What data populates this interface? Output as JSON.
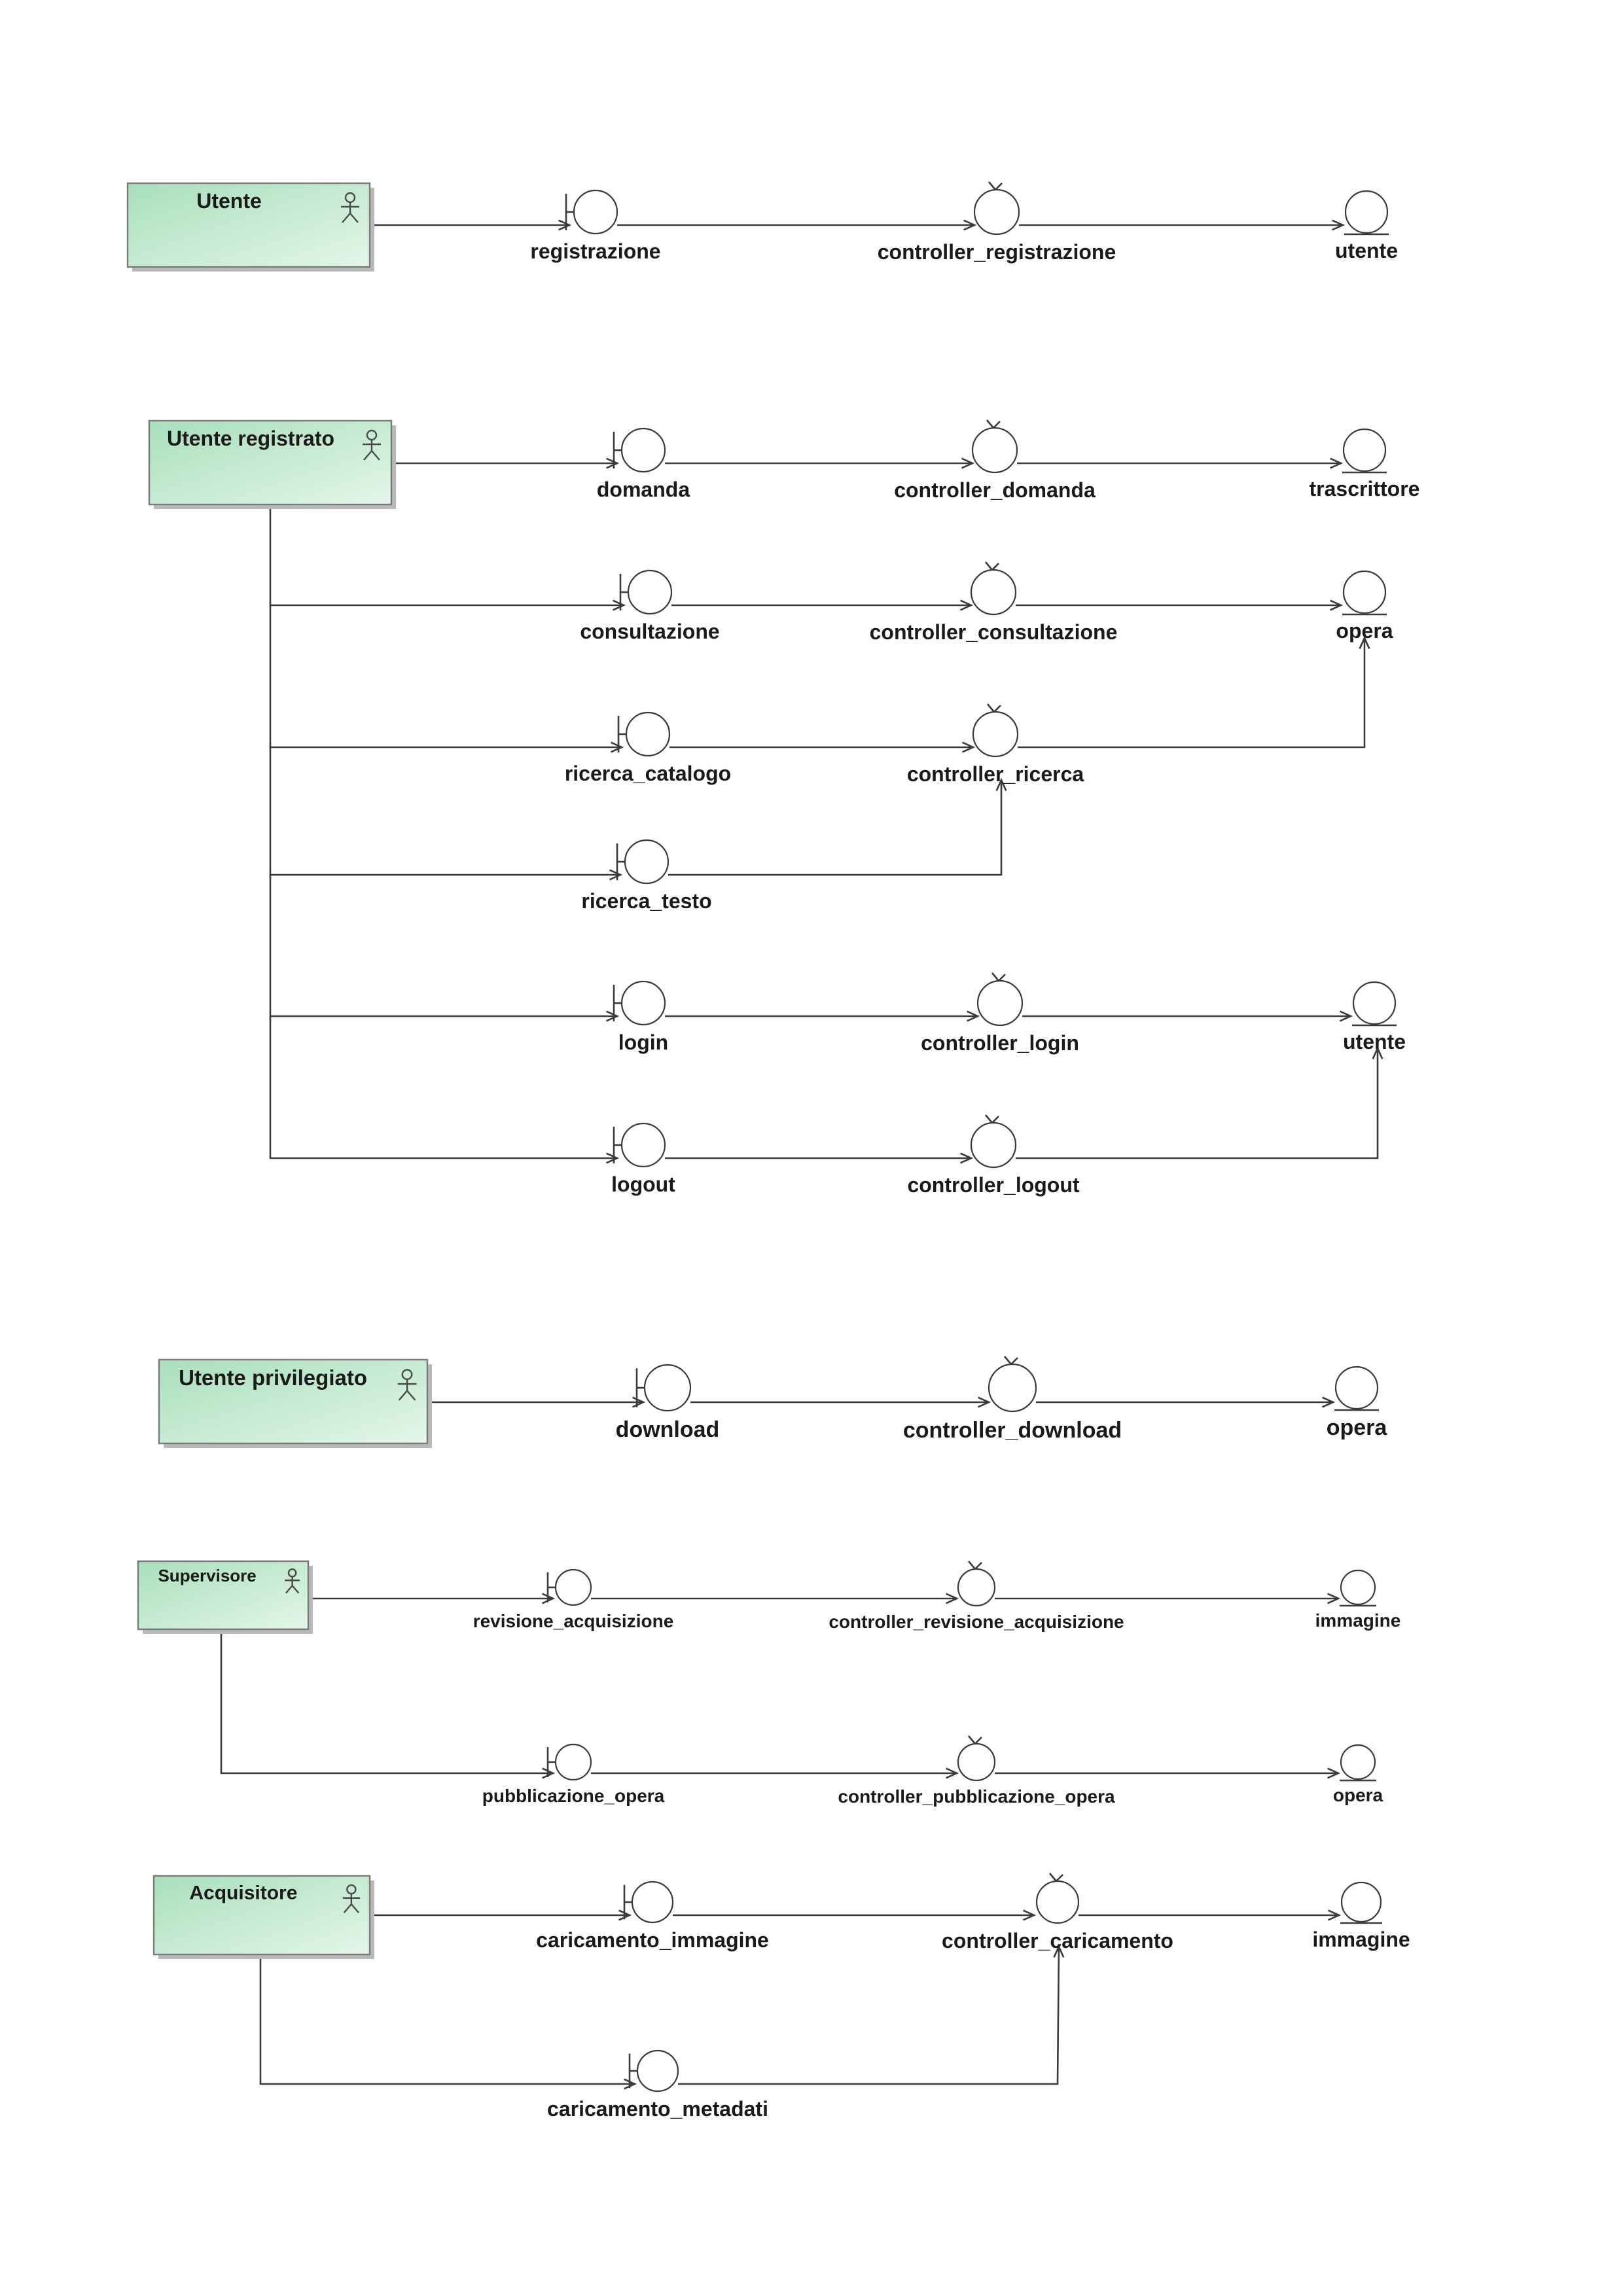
{
  "colors": {
    "actor_fill_top": "#a9dfbb",
    "actor_fill_bottom": "#e4f6ea",
    "boundary": "#6f70b3",
    "control": "#9b7589",
    "entity": "#e3914d",
    "connector": "#3a3a3a"
  },
  "icons": {
    "actor": "actor-stick-figure-icon",
    "boundary": "boundary-circle-icon",
    "control": "control-circle-icon",
    "entity": "entity-circle-icon"
  },
  "actors": [
    {
      "id": "utente",
      "label": "Utente"
    },
    {
      "id": "utente-registrato",
      "label": "Utente registrato"
    },
    {
      "id": "utente-privilegiato",
      "label": "Utente  privilegiato"
    },
    {
      "id": "supervisore",
      "label": "Supervisore"
    },
    {
      "id": "acquisitore",
      "label": "Acquisitore"
    }
  ],
  "boundaries": [
    {
      "id": "b-registrazione",
      "label": "registrazione"
    },
    {
      "id": "b-domanda",
      "label": "domanda"
    },
    {
      "id": "b-consultazione",
      "label": "consultazione"
    },
    {
      "id": "b-ricerca-catalogo",
      "label": "ricerca_catalogo"
    },
    {
      "id": "b-ricerca-testo",
      "label": "ricerca_testo"
    },
    {
      "id": "b-login",
      "label": "login"
    },
    {
      "id": "b-logout",
      "label": "logout"
    },
    {
      "id": "b-download",
      "label": "download"
    },
    {
      "id": "b-revisione-acquisizione",
      "label": "revisione_acquisizione"
    },
    {
      "id": "b-pubblicazione-opera",
      "label": "pubblicazione_opera"
    },
    {
      "id": "b-caricamento-immagine",
      "label": "caricamento_immagine"
    },
    {
      "id": "b-caricamento-metadati",
      "label": "caricamento_metadati"
    }
  ],
  "controls": [
    {
      "id": "c-registrazione",
      "label": "controller_registrazione"
    },
    {
      "id": "c-domanda",
      "label": "controller_domanda"
    },
    {
      "id": "c-consultazione",
      "label": "controller_consultazione"
    },
    {
      "id": "c-ricerca",
      "label": "controller_ricerca"
    },
    {
      "id": "c-login",
      "label": "controller_login"
    },
    {
      "id": "c-logout",
      "label": "controller_logout"
    },
    {
      "id": "c-download",
      "label": "controller_download"
    },
    {
      "id": "c-revisione-acquisizione",
      "label": "controller_revisione_acquisizione"
    },
    {
      "id": "c-pubblicazione-opera",
      "label": "controller_pubblicazione_opera"
    },
    {
      "id": "c-caricamento",
      "label": "controller_caricamento"
    }
  ],
  "entities": [
    {
      "id": "e-utente-1",
      "label": "utente"
    },
    {
      "id": "e-trascrittore",
      "label": "trascrittore"
    },
    {
      "id": "e-opera-1",
      "label": "opera"
    },
    {
      "id": "e-utente-2",
      "label": "utente"
    },
    {
      "id": "e-opera-2",
      "label": "opera"
    },
    {
      "id": "e-immagine-1",
      "label": "immagine"
    },
    {
      "id": "e-opera-3",
      "label": "opera"
    },
    {
      "id": "e-immagine-2",
      "label": "immagine"
    }
  ],
  "connections": [
    {
      "from": "utente",
      "to": "b-registrazione"
    },
    {
      "from": "b-registrazione",
      "to": "c-registrazione"
    },
    {
      "from": "c-registrazione",
      "to": "e-utente-1"
    },
    {
      "from": "utente-registrato",
      "to": "b-domanda"
    },
    {
      "from": "b-domanda",
      "to": "c-domanda"
    },
    {
      "from": "c-domanda",
      "to": "e-trascrittore"
    },
    {
      "from": "utente-registrato",
      "to": "b-consultazione"
    },
    {
      "from": "b-consultazione",
      "to": "c-consultazione"
    },
    {
      "from": "c-consultazione",
      "to": "e-opera-1"
    },
    {
      "from": "utente-registrato",
      "to": "b-ricerca-catalogo"
    },
    {
      "from": "b-ricerca-catalogo",
      "to": "c-ricerca"
    },
    {
      "from": "c-ricerca",
      "to": "e-opera-1"
    },
    {
      "from": "utente-registrato",
      "to": "b-ricerca-testo"
    },
    {
      "from": "b-ricerca-testo",
      "to": "c-ricerca"
    },
    {
      "from": "utente-registrato",
      "to": "b-login"
    },
    {
      "from": "b-login",
      "to": "c-login"
    },
    {
      "from": "c-login",
      "to": "e-utente-2"
    },
    {
      "from": "utente-registrato",
      "to": "b-logout"
    },
    {
      "from": "b-logout",
      "to": "c-logout"
    },
    {
      "from": "c-logout",
      "to": "e-utente-2"
    },
    {
      "from": "utente-privilegiato",
      "to": "b-download"
    },
    {
      "from": "b-download",
      "to": "c-download"
    },
    {
      "from": "c-download",
      "to": "e-opera-2"
    },
    {
      "from": "supervisore",
      "to": "b-revisione-acquisizione"
    },
    {
      "from": "b-revisione-acquisizione",
      "to": "c-revisione-acquisizione"
    },
    {
      "from": "c-revisione-acquisizione",
      "to": "e-immagine-1"
    },
    {
      "from": "supervisore",
      "to": "b-pubblicazione-opera"
    },
    {
      "from": "b-pubblicazione-opera",
      "to": "c-pubblicazione-opera"
    },
    {
      "from": "c-pubblicazione-opera",
      "to": "e-opera-3"
    },
    {
      "from": "acquisitore",
      "to": "b-caricamento-immagine"
    },
    {
      "from": "b-caricamento-immagine",
      "to": "c-caricamento"
    },
    {
      "from": "c-caricamento",
      "to": "e-immagine-2"
    },
    {
      "from": "acquisitore",
      "to": "b-caricamento-metadati"
    },
    {
      "from": "b-caricamento-metadati",
      "to": "c-caricamento"
    }
  ]
}
